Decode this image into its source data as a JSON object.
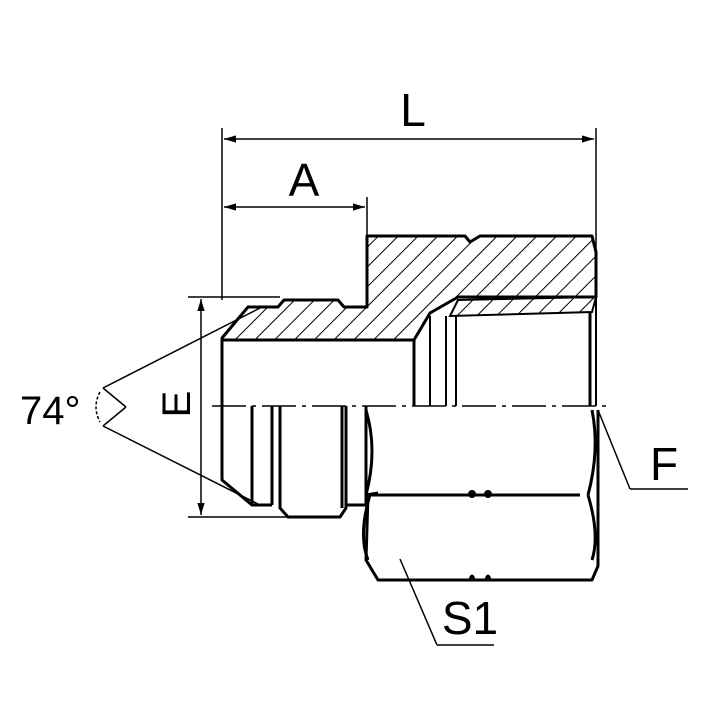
{
  "drawing": {
    "type": "technical-drawing",
    "subject": "hydraulic adapter fitting cross-section",
    "line_color": "#000000",
    "background_color": "#ffffff"
  },
  "labels": {
    "overall_length": "L",
    "male_length": "A",
    "thread_diameter": "E",
    "flare_angle": "74°",
    "female_thread": "F",
    "hex_size": "S1"
  }
}
